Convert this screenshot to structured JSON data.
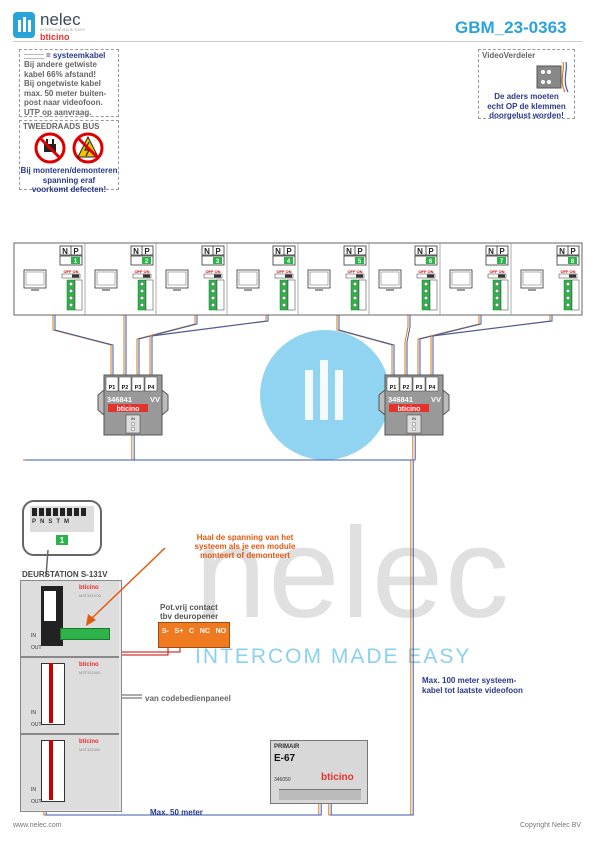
{
  "header": {
    "brand_name": "nelec",
    "brand_tagline": "INTERCOM MADE EASY",
    "brand_sub": "bticino",
    "doc_id": "GBM_23-0363"
  },
  "cable_note": {
    "legend": "= systeemkabel",
    "lines": [
      "Bij andere getwiste",
      "kabel 66% afstand!",
      "Bij ongetwiste kabel",
      "max. 50 meter buiten-",
      "post naar videofoon.",
      "UTP op aanvraag."
    ]
  },
  "bus_note": {
    "title": "TWEEDRAADS BUS",
    "lines": [
      "Bij monteren/demonteren",
      "spanning eraf",
      "voorkomt defecten!"
    ]
  },
  "video_distributor": {
    "title": "VideoVerdeler",
    "lines": [
      "De aders moeten",
      "echt OP de klemmen",
      "doorgelust worden!"
    ]
  },
  "monitors": {
    "terminal_n": "N",
    "terminal_p": "P",
    "switch_label": "OFF ON",
    "numbers": [
      "1",
      "2",
      "3",
      "4",
      "5",
      "6",
      "7",
      "8"
    ]
  },
  "splitters": {
    "ports": [
      "P1",
      "P2",
      "P3",
      "P4"
    ],
    "model": "346841",
    "vv": "VV",
    "brand": "bticino",
    "in_label": "IN"
  },
  "door_station": {
    "title": "DEURSTATION S-131V",
    "terminals": [
      "P",
      "N",
      "S",
      "T",
      "M"
    ],
    "module_brand": "bticino",
    "code_1": "M3T331V00",
    "code_2": "M3T332400",
    "code_3": "M3T332400",
    "in_label": "IN",
    "out_label": "OUT"
  },
  "annotations": {
    "power_warning": [
      "Haal de spanning van het",
      "systeem als je een module",
      "monteert of demonteert"
    ],
    "relay_title": [
      "Pot.vrij contact",
      "tbv deuropener"
    ],
    "relay_terms": [
      "S-",
      "S+",
      "C",
      "NC",
      "NO"
    ],
    "code_panel": "van codebedienpaneel",
    "max_100": [
      "Max. 100 meter systeem-",
      "kabel tot laatste videofoon"
    ],
    "max_50": "Max. 50 meter"
  },
  "power_supply": {
    "primary": "PRIMAIR",
    "model": "E-67",
    "code": "346050",
    "brand": "bticino"
  },
  "footer": {
    "left": "www.nelec.com",
    "right": "Copyright Nelec BV"
  }
}
